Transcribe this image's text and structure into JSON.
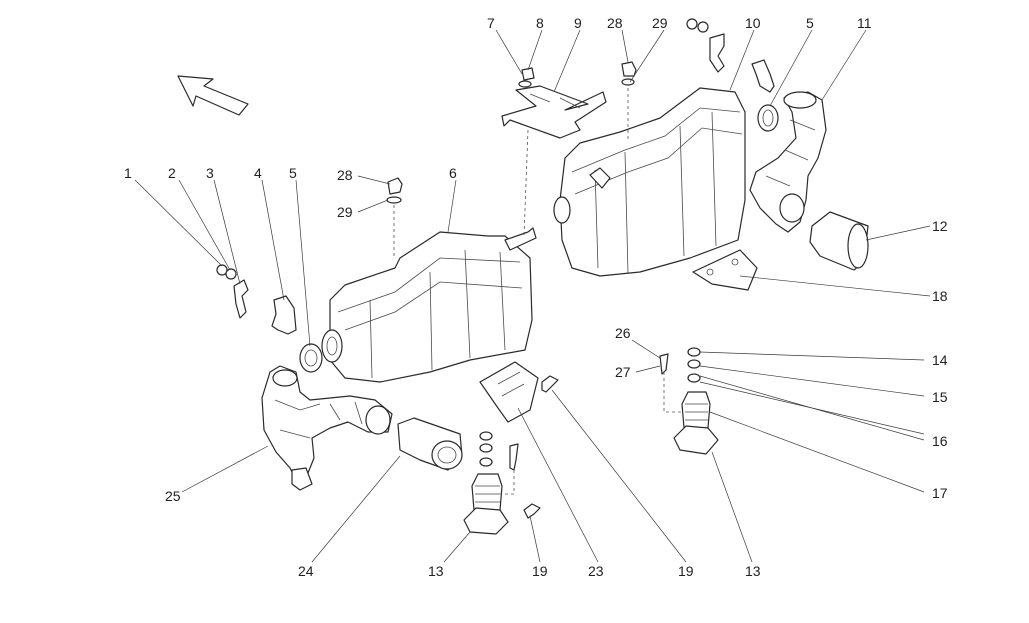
{
  "diagram": {
    "callouts": [
      {
        "id": "c1",
        "label": "1"
      },
      {
        "id": "c2",
        "label": "2"
      },
      {
        "id": "c3",
        "label": "3"
      },
      {
        "id": "c4",
        "label": "4"
      },
      {
        "id": "c5a",
        "label": "5"
      },
      {
        "id": "c28a",
        "label": "28"
      },
      {
        "id": "c29a",
        "label": "29"
      },
      {
        "id": "c6",
        "label": "6"
      },
      {
        "id": "c7",
        "label": "7"
      },
      {
        "id": "c8",
        "label": "8"
      },
      {
        "id": "c9",
        "label": "9"
      },
      {
        "id": "c28b",
        "label": "28"
      },
      {
        "id": "c29b",
        "label": "29"
      },
      {
        "id": "c10",
        "label": "10"
      },
      {
        "id": "c5b",
        "label": "5"
      },
      {
        "id": "c11",
        "label": "11"
      },
      {
        "id": "c12",
        "label": "12"
      },
      {
        "id": "c18",
        "label": "18"
      },
      {
        "id": "c26",
        "label": "26"
      },
      {
        "id": "c27",
        "label": "27"
      },
      {
        "id": "c14",
        "label": "14"
      },
      {
        "id": "c15",
        "label": "15"
      },
      {
        "id": "c16",
        "label": "16"
      },
      {
        "id": "c17",
        "label": "17"
      },
      {
        "id": "c25",
        "label": "25"
      },
      {
        "id": "c24",
        "label": "24"
      },
      {
        "id": "c13a",
        "label": "13"
      },
      {
        "id": "c19a",
        "label": "19"
      },
      {
        "id": "c23",
        "label": "23"
      },
      {
        "id": "c19b",
        "label": "19"
      },
      {
        "id": "c13b",
        "label": "13"
      }
    ]
  }
}
